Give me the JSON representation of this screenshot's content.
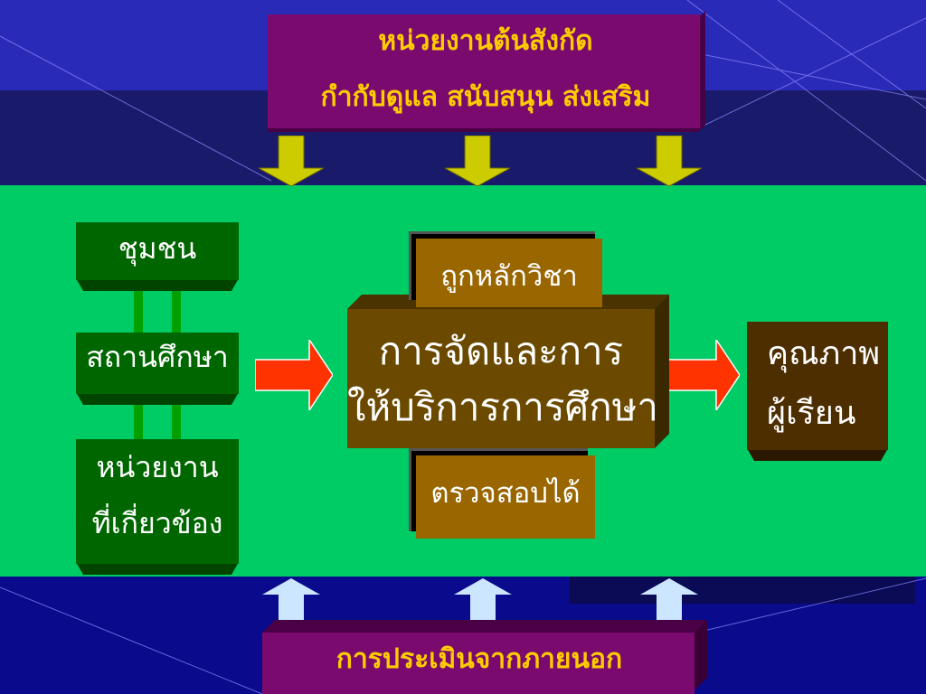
{
  "agency": {
    "line1": "หน่วยงานต้นสังกัด",
    "line2": "กำกับดูแล สนับสนุน ส่งเสริม"
  },
  "left_column": {
    "community": "ชุมชน",
    "school": "สถานศึกษา",
    "related_line1": "หน่วยงาน",
    "related_line2": "ที่เกี่ยวข้อง"
  },
  "center": {
    "line1": "การจัดและการ",
    "line2": "ให้บริการการศึกษา",
    "top_tag": "ถูกหลักวิชา",
    "bottom_tag": "ตรวจสอบได้"
  },
  "quality": {
    "line1": "คุณภาพ",
    "line2": "ผู้เรียน"
  },
  "external": {
    "label": "การประเมินจากภายนอก"
  },
  "colors": {
    "background": "#0c0c8a",
    "band": "#00cc66",
    "accent_text": "#ffcc00",
    "purple_box": "#7a0a6e",
    "green_box": "#006600",
    "brown_box": "#6b4a00",
    "tag_box": "#996600",
    "quality_box": "#4d2e00",
    "down_arrow": "#cccc00",
    "right_arrow": "#ff3300",
    "up_arrow": "#cce6ff"
  }
}
